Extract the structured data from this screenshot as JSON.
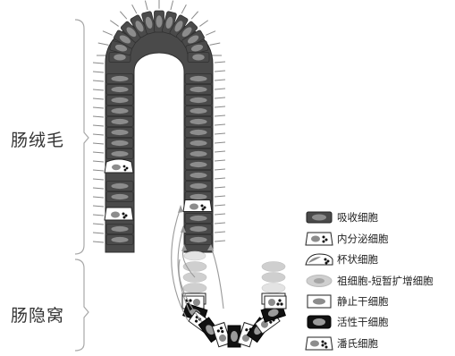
{
  "regions": {
    "villus": "肠绒毛",
    "crypt": "肠隐窝"
  },
  "legend": [
    {
      "icon": "absorptive-cell-icon",
      "label": "吸收细胞"
    },
    {
      "icon": "enteroendocrine-cell-icon",
      "label": "内分泌细胞"
    },
    {
      "icon": "goblet-cell-icon",
      "label": "杯状细胞"
    },
    {
      "icon": "progenitor-cell-icon",
      "label": "祖细胞-短暂扩增细胞"
    },
    {
      "icon": "quiescent-stem-cell-icon",
      "label": "静止干细胞"
    },
    {
      "icon": "active-stem-cell-icon",
      "label": "活性干细胞"
    },
    {
      "icon": "paneth-cell-icon",
      "label": "潘氏细胞"
    }
  ],
  "colors": {
    "absorptive": "#4a4a4a",
    "nucleus": "#8c8c8c",
    "progenitor": "#cfcfcf",
    "active_stem": "#111111",
    "bracket": "#999999"
  }
}
